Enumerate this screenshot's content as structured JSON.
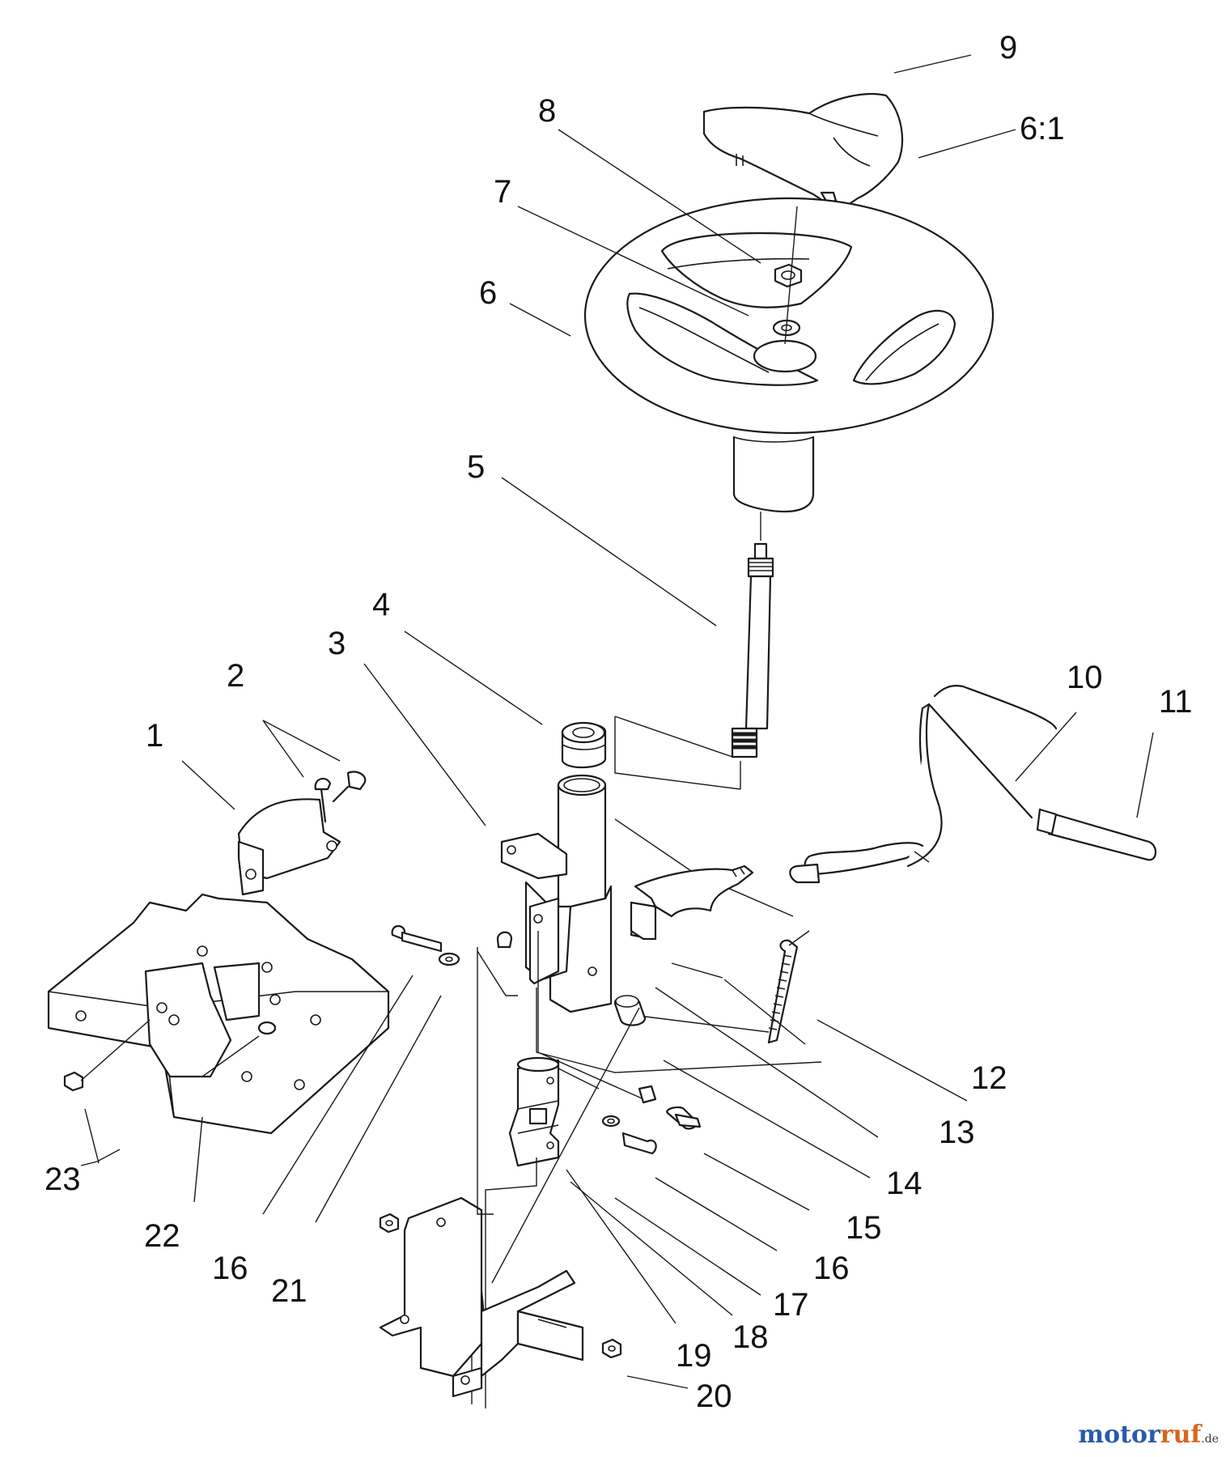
{
  "callouts": {
    "c1": "1",
    "c2": "2",
    "c3": "3",
    "c4": "4",
    "c5": "5",
    "c6": "6",
    "c6_1": "6:1",
    "c7": "7",
    "c8": "8",
    "c9": "9",
    "c10": "10",
    "c11": "11",
    "c12": "12",
    "c13": "13",
    "c14": "14",
    "c15": "15",
    "c16a": "16",
    "c16b": "16",
    "c17": "17",
    "c18": "18",
    "c19": "19",
    "c20": "20",
    "c21": "21",
    "c22": "22",
    "c23": "23"
  },
  "watermark": {
    "brand_a": "motor",
    "brand_b": "uf",
    "tld": ".de",
    "color_a": "#2a5aa8",
    "color_b": "#d9661f"
  }
}
